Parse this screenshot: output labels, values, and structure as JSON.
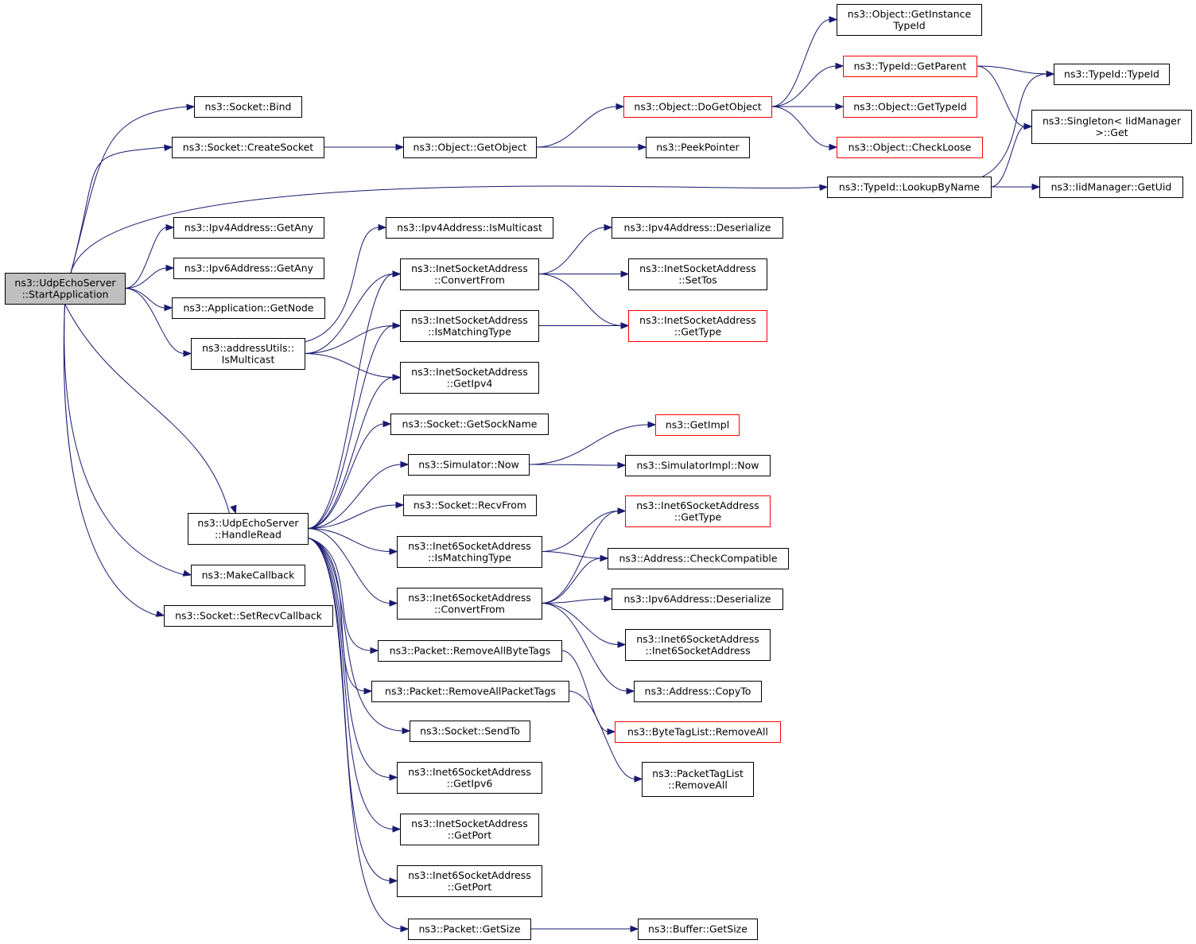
{
  "title": "",
  "colors": {
    "edge": "#191970",
    "node_border": "#000000",
    "truncated_border": "#ff0000",
    "root_fill": "#bfbfbf",
    "background": "#ffffff"
  },
  "nodes": [
    {
      "id": "start",
      "lines": [
        "ns3::UdpEchoServer",
        "::StartApplication"
      ],
      "root": true
    },
    {
      "id": "bind",
      "lines": [
        "ns3::Socket::Bind"
      ]
    },
    {
      "id": "create_socket",
      "lines": [
        "ns3::Socket::CreateSocket"
      ]
    },
    {
      "id": "ipv4_getany",
      "lines": [
        "ns3::Ipv4Address::GetAny"
      ]
    },
    {
      "id": "ipv6_getany",
      "lines": [
        "ns3::Ipv6Address::GetAny"
      ]
    },
    {
      "id": "app_getnode",
      "lines": [
        "ns3::Application::GetNode"
      ]
    },
    {
      "id": "addr_ismulticast",
      "lines": [
        "ns3::addressUtils::",
        "IsMulticast"
      ]
    },
    {
      "id": "handle_read",
      "lines": [
        "ns3::UdpEchoServer",
        "::HandleRead"
      ]
    },
    {
      "id": "make_callback",
      "lines": [
        "ns3::MakeCallback"
      ]
    },
    {
      "id": "set_recv_cb",
      "lines": [
        "ns3::Socket::SetRecvCallback"
      ]
    },
    {
      "id": "obj_getobject",
      "lines": [
        "ns3::Object::GetObject"
      ]
    },
    {
      "id": "obj_dogetobject",
      "lines": [
        "ns3::Object::DoGetObject"
      ],
      "truncated": true
    },
    {
      "id": "peek_pointer",
      "lines": [
        "ns3::PeekPointer"
      ]
    },
    {
      "id": "get_instance_typeid",
      "lines": [
        "ns3::Object::GetInstance",
        "TypeId"
      ]
    },
    {
      "id": "typeid_getparent",
      "lines": [
        "ns3::TypeId::GetParent"
      ],
      "truncated": true
    },
    {
      "id": "obj_gettypeid",
      "lines": [
        "ns3::Object::GetTypeId"
      ],
      "truncated": true
    },
    {
      "id": "obj_checkloose",
      "lines": [
        "ns3::Object::CheckLoose"
      ],
      "truncated": true
    },
    {
      "id": "typeid_typeid",
      "lines": [
        "ns3::TypeId::TypeId"
      ]
    },
    {
      "id": "singleton_get",
      "lines": [
        "ns3::Singleton< IidManager",
        " >::Get"
      ]
    },
    {
      "id": "lookup_by_name",
      "lines": [
        "ns3::TypeId::LookupByName"
      ]
    },
    {
      "id": "iid_getuid",
      "lines": [
        "ns3::IidManager::GetUid"
      ]
    },
    {
      "id": "ipv4_ismulticast",
      "lines": [
        "ns3::Ipv4Address::IsMulticast"
      ]
    },
    {
      "id": "inet_convertfrom",
      "lines": [
        "ns3::InetSocketAddress",
        "::ConvertFrom"
      ]
    },
    {
      "id": "inet_ismatching",
      "lines": [
        "ns3::InetSocketAddress",
        "::IsMatchingType"
      ]
    },
    {
      "id": "inet_getipv4",
      "lines": [
        "ns3::InetSocketAddress",
        "::GetIpv4"
      ]
    },
    {
      "id": "ipv4_deserialize",
      "lines": [
        "ns3::Ipv4Address::Deserialize"
      ]
    },
    {
      "id": "inet_settos",
      "lines": [
        "ns3::InetSocketAddress",
        "::SetTos"
      ]
    },
    {
      "id": "inet_gettype",
      "lines": [
        "ns3::InetSocketAddress",
        "::GetType"
      ],
      "truncated": true
    },
    {
      "id": "sock_getsockname",
      "lines": [
        "ns3::Socket::GetSockName"
      ]
    },
    {
      "id": "sim_now",
      "lines": [
        "ns3::Simulator::Now"
      ]
    },
    {
      "id": "get_impl",
      "lines": [
        "ns3::GetImpl"
      ],
      "truncated": true
    },
    {
      "id": "simimpl_now",
      "lines": [
        "ns3::SimulatorImpl::Now"
      ]
    },
    {
      "id": "sock_recvfrom",
      "lines": [
        "ns3::Socket::RecvFrom"
      ]
    },
    {
      "id": "inet6_ismatching",
      "lines": [
        "ns3::Inet6SocketAddress",
        "::IsMatchingType"
      ]
    },
    {
      "id": "inet6_convertfrom",
      "lines": [
        "ns3::Inet6SocketAddress",
        "::ConvertFrom"
      ]
    },
    {
      "id": "inet6_gettype",
      "lines": [
        "ns3::Inet6SocketAddress",
        "::GetType"
      ],
      "truncated": true
    },
    {
      "id": "addr_checkcompat",
      "lines": [
        "ns3::Address::CheckCompatible"
      ]
    },
    {
      "id": "ipv6_deserialize",
      "lines": [
        "ns3::Ipv6Address::Deserialize"
      ]
    },
    {
      "id": "inet6_ctor",
      "lines": [
        "ns3::Inet6SocketAddress",
        "::Inet6SocketAddress"
      ]
    },
    {
      "id": "addr_copyto",
      "lines": [
        "ns3::Address::CopyTo"
      ]
    },
    {
      "id": "pkt_rm_bytetags",
      "lines": [
        "ns3::Packet::RemoveAllByteTags"
      ]
    },
    {
      "id": "pkt_rm_packettags",
      "lines": [
        "ns3::Packet::RemoveAllPacketTags"
      ]
    },
    {
      "id": "sock_sendto",
      "lines": [
        "ns3::Socket::SendTo"
      ]
    },
    {
      "id": "inet6_getipv6",
      "lines": [
        "ns3::Inet6SocketAddress",
        "::GetIpv6"
      ]
    },
    {
      "id": "inet_getport",
      "lines": [
        "ns3::InetSocketAddress",
        "::GetPort"
      ]
    },
    {
      "id": "inet6_getport",
      "lines": [
        "ns3::Inet6SocketAddress",
        "::GetPort"
      ]
    },
    {
      "id": "pkt_getsize",
      "lines": [
        "ns3::Packet::GetSize"
      ]
    },
    {
      "id": "bytetaglist_rmall",
      "lines": [
        "ns3::ByteTagList::RemoveAll"
      ],
      "truncated": true
    },
    {
      "id": "packettaglist_rmall",
      "lines": [
        "ns3::PacketTagList",
        "::RemoveAll"
      ]
    },
    {
      "id": "buffer_getsize",
      "lines": [
        "ns3::Buffer::GetSize"
      ]
    }
  ],
  "edges": [
    [
      "start",
      "bind"
    ],
    [
      "start",
      "create_socket"
    ],
    [
      "start",
      "lookup_by_name"
    ],
    [
      "start",
      "ipv4_getany"
    ],
    [
      "start",
      "ipv6_getany"
    ],
    [
      "start",
      "app_getnode"
    ],
    [
      "start",
      "addr_ismulticast"
    ],
    [
      "start",
      "handle_read"
    ],
    [
      "start",
      "make_callback"
    ],
    [
      "start",
      "set_recv_cb"
    ],
    [
      "create_socket",
      "obj_getobject"
    ],
    [
      "obj_getobject",
      "obj_dogetobject"
    ],
    [
      "obj_getobject",
      "peek_pointer"
    ],
    [
      "obj_dogetobject",
      "get_instance_typeid"
    ],
    [
      "obj_dogetobject",
      "typeid_getparent"
    ],
    [
      "obj_dogetobject",
      "obj_gettypeid"
    ],
    [
      "obj_dogetobject",
      "obj_checkloose"
    ],
    [
      "typeid_getparent",
      "typeid_typeid"
    ],
    [
      "typeid_getparent",
      "singleton_get"
    ],
    [
      "lookup_by_name",
      "typeid_typeid"
    ],
    [
      "lookup_by_name",
      "singleton_get"
    ],
    [
      "lookup_by_name",
      "iid_getuid"
    ],
    [
      "addr_ismulticast",
      "ipv4_ismulticast"
    ],
    [
      "addr_ismulticast",
      "inet_convertfrom"
    ],
    [
      "addr_ismulticast",
      "inet_ismatching"
    ],
    [
      "addr_ismulticast",
      "inet_getipv4"
    ],
    [
      "inet_convertfrom",
      "ipv4_deserialize"
    ],
    [
      "inet_convertfrom",
      "inet_settos"
    ],
    [
      "inet_convertfrom",
      "inet_gettype"
    ],
    [
      "inet_ismatching",
      "inet_gettype"
    ],
    [
      "handle_read",
      "inet_convertfrom"
    ],
    [
      "handle_read",
      "inet_ismatching"
    ],
    [
      "handle_read",
      "inet_getipv4"
    ],
    [
      "handle_read",
      "sock_getsockname"
    ],
    [
      "handle_read",
      "sim_now"
    ],
    [
      "handle_read",
      "sock_recvfrom"
    ],
    [
      "handle_read",
      "inet6_ismatching"
    ],
    [
      "handle_read",
      "inet6_convertfrom"
    ],
    [
      "handle_read",
      "pkt_rm_bytetags"
    ],
    [
      "handle_read",
      "pkt_rm_packettags"
    ],
    [
      "handle_read",
      "sock_sendto"
    ],
    [
      "handle_read",
      "inet6_getipv6"
    ],
    [
      "handle_read",
      "inet_getport"
    ],
    [
      "handle_read",
      "inet6_getport"
    ],
    [
      "handle_read",
      "pkt_getsize"
    ],
    [
      "sim_now",
      "get_impl"
    ],
    [
      "sim_now",
      "simimpl_now"
    ],
    [
      "inet6_ismatching",
      "inet6_gettype"
    ],
    [
      "inet6_ismatching",
      "addr_checkcompat"
    ],
    [
      "inet6_convertfrom",
      "inet6_gettype"
    ],
    [
      "inet6_convertfrom",
      "addr_checkcompat"
    ],
    [
      "inet6_convertfrom",
      "ipv6_deserialize"
    ],
    [
      "inet6_convertfrom",
      "inet6_ctor"
    ],
    [
      "inet6_convertfrom",
      "addr_copyto"
    ],
    [
      "pkt_rm_bytetags",
      "bytetaglist_rmall"
    ],
    [
      "pkt_rm_packettags",
      "packettaglist_rmall"
    ],
    [
      "pkt_getsize",
      "buffer_getsize"
    ]
  ]
}
